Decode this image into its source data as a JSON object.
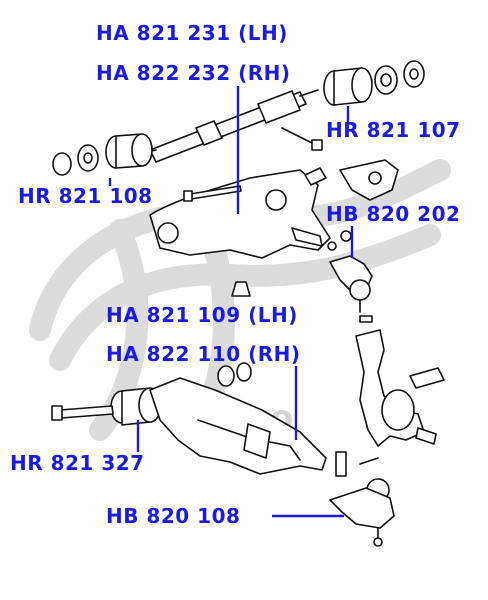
{
  "labels": {
    "ha_821_231": "HA 821 231 (LH)",
    "ha_822_232": "HA 822 232 (RH)",
    "hr_821_107": "HR 821 107",
    "hr_821_108": "HR 821 108",
    "hb_820_202": "HB 820 202",
    "ha_821_109": "HA 821 109 (LH)",
    "ha_822_110": "HA 822 110 (RH)",
    "hr_821_327": "HR 821 327",
    "hb_820_108": "HB 820 108"
  },
  "watermark": {
    "text": "ороо"
  },
  "colors": {
    "label": "#1a1ae0",
    "drawing": "#111111",
    "watermark": "#d4d4d4"
  }
}
